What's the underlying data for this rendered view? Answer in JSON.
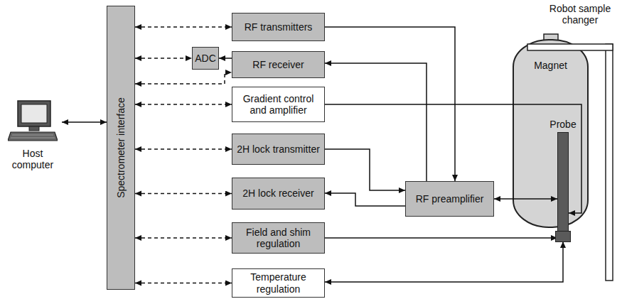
{
  "diagram": {
    "nodes": [
      {
        "text": [
          "Host computer"
        ]
      },
      {
        "text": [
          "Spectrometer interface"
        ]
      },
      {
        "text": [
          "RF transmitters"
        ]
      },
      {
        "text": [
          "ADC"
        ]
      },
      {
        "text": [
          "RF receiver"
        ]
      },
      {
        "text": [
          "Gradient control and amplifier"
        ]
      },
      {
        "text": [
          "2H lock transmitter"
        ]
      },
      {
        "text": [
          "2H lock receiver"
        ]
      },
      {
        "text": [
          "Field and shim regulation"
        ]
      },
      {
        "text": [
          "Temperature regulation"
        ]
      },
      {
        "text": [
          "RF preamplifier"
        ]
      },
      {
        "text": [
          "Magnet"
        ]
      },
      {
        "text": [
          "Probe"
        ],
        "in": 11
      },
      {
        "text": [
          "Robot sample changer"
        ]
      }
    ],
    "edges": [
      {
        "from": 0,
        "to": 1,
        "arrow": "both"
      },
      {
        "from": 1,
        "to": 2,
        "arrow": "both"
      },
      {
        "from": 1,
        "to": 3,
        "arrow": "both"
      },
      {
        "from": 1,
        "to": 4,
        "arrow": "both"
      },
      {
        "from": 1,
        "to": 5,
        "arrow": "both"
      },
      {
        "from": 1,
        "to": 6,
        "arrow": "both"
      },
      {
        "from": 1,
        "to": 7,
        "arrow": "both"
      },
      {
        "from": 1,
        "to": 8,
        "arrow": "both"
      },
      {
        "from": 1,
        "to": 9,
        "arrow": "both"
      },
      {
        "from": 4,
        "to": 3,
        "arrow": "to"
      },
      {
        "from": 2,
        "to": 10,
        "arrow": "to"
      },
      {
        "from": 10,
        "to": 4,
        "arrow": "to"
      },
      {
        "from": 6,
        "to": 10,
        "arrow": "to"
      },
      {
        "from": 10,
        "to": 7,
        "arrow": "to"
      },
      {
        "from": 10,
        "to": 12,
        "arrow": "both"
      },
      {
        "from": 5,
        "to": 12,
        "arrow": "to"
      },
      {
        "from": 8,
        "to": 12,
        "arrow": "to"
      },
      {
        "from": 9,
        "to": 12,
        "arrow": "both"
      }
    ]
  }
}
